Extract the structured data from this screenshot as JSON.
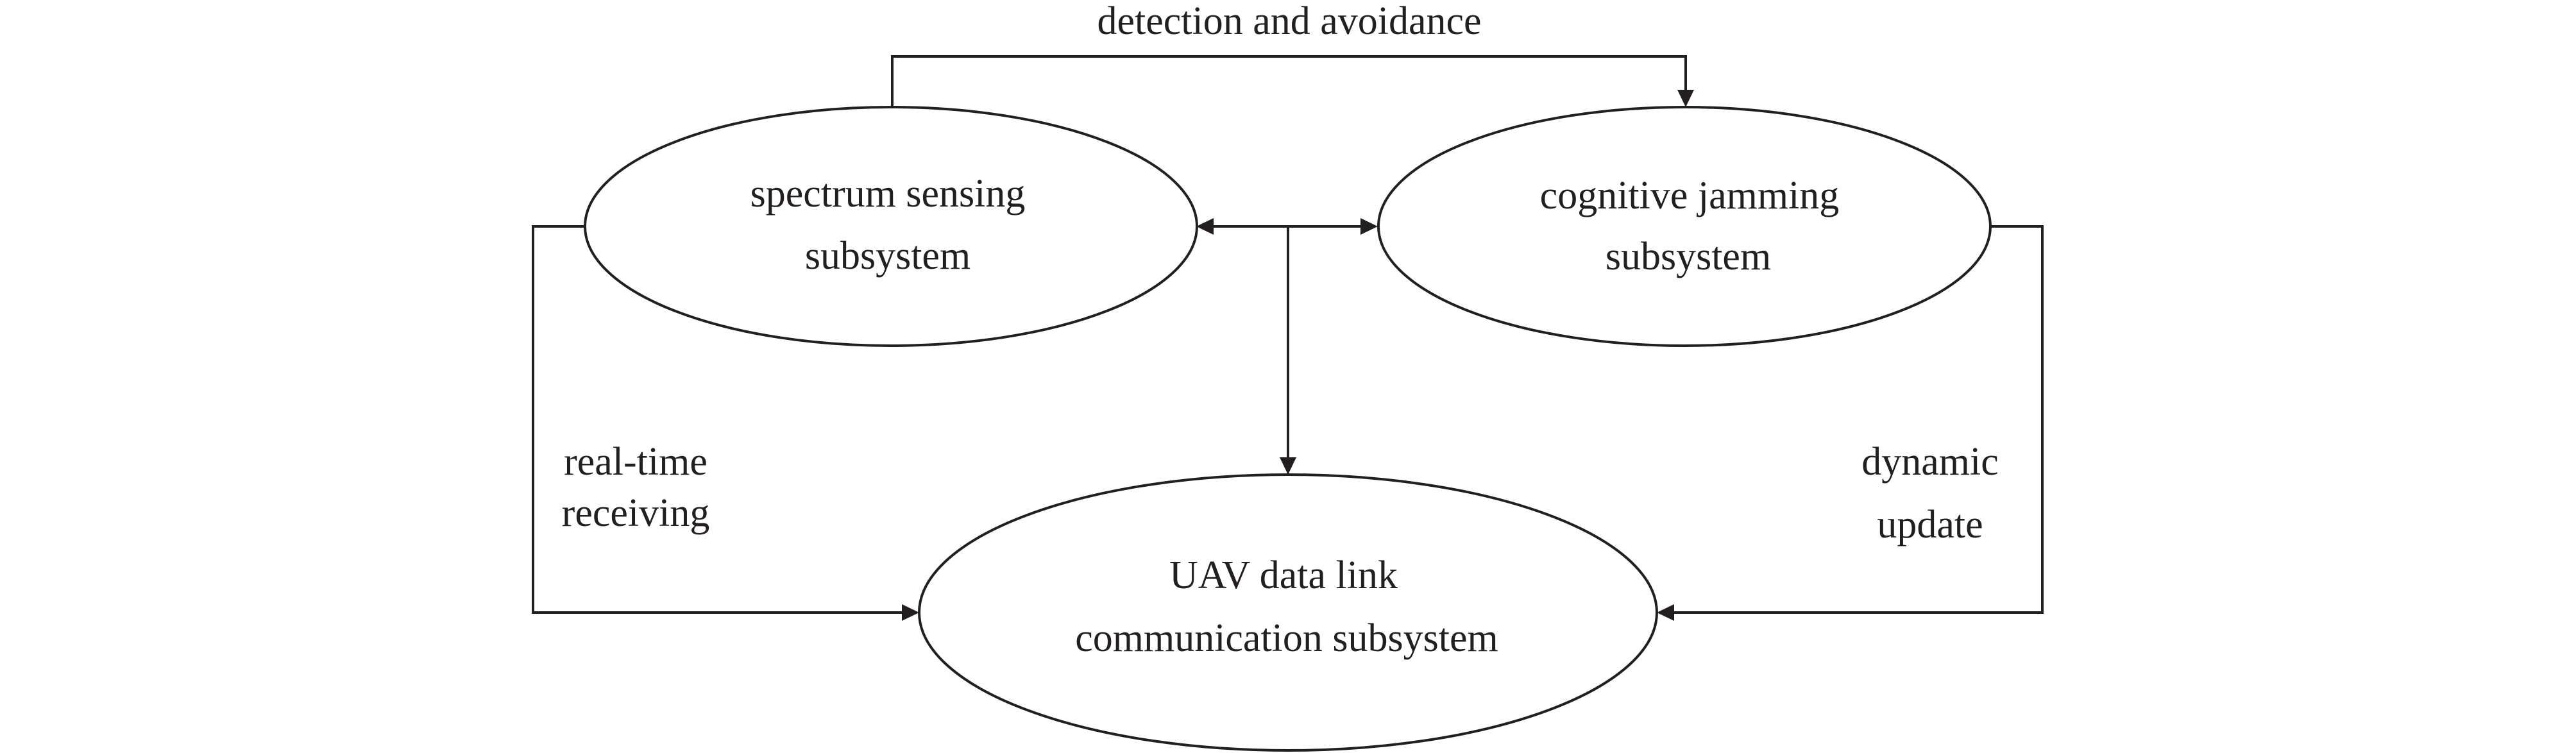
{
  "diagram": {
    "type": "block-diagram",
    "colors": {
      "stroke": "#231f20",
      "text": "#231f20",
      "background": "#ffffff"
    },
    "nodes": {
      "spectrum": {
        "lines": [
          "spectrum sensing",
          "subsystem"
        ]
      },
      "jamming": {
        "lines": [
          "cognitive jamming",
          "subsystem"
        ]
      },
      "uav": {
        "lines": [
          "UAV data link",
          "communication subsystem"
        ]
      }
    },
    "edges": {
      "detection": {
        "from": "spectrum sensing subsystem",
        "to": "cognitive jamming subsystem",
        "label": "detection and avoidance"
      },
      "realtime": {
        "from": "spectrum sensing subsystem",
        "to": "UAV data link communication subsystem",
        "lines": [
          "real-time",
          "receiving"
        ]
      },
      "dynamic": {
        "from": "cognitive jamming subsystem",
        "to": "UAV data link communication subsystem",
        "lines": [
          "dynamic",
          "update"
        ]
      },
      "bidirectional": {
        "between": [
          "spectrum sensing subsystem",
          "cognitive jamming subsystem"
        ],
        "branch_to": "UAV data link communication subsystem"
      }
    }
  }
}
